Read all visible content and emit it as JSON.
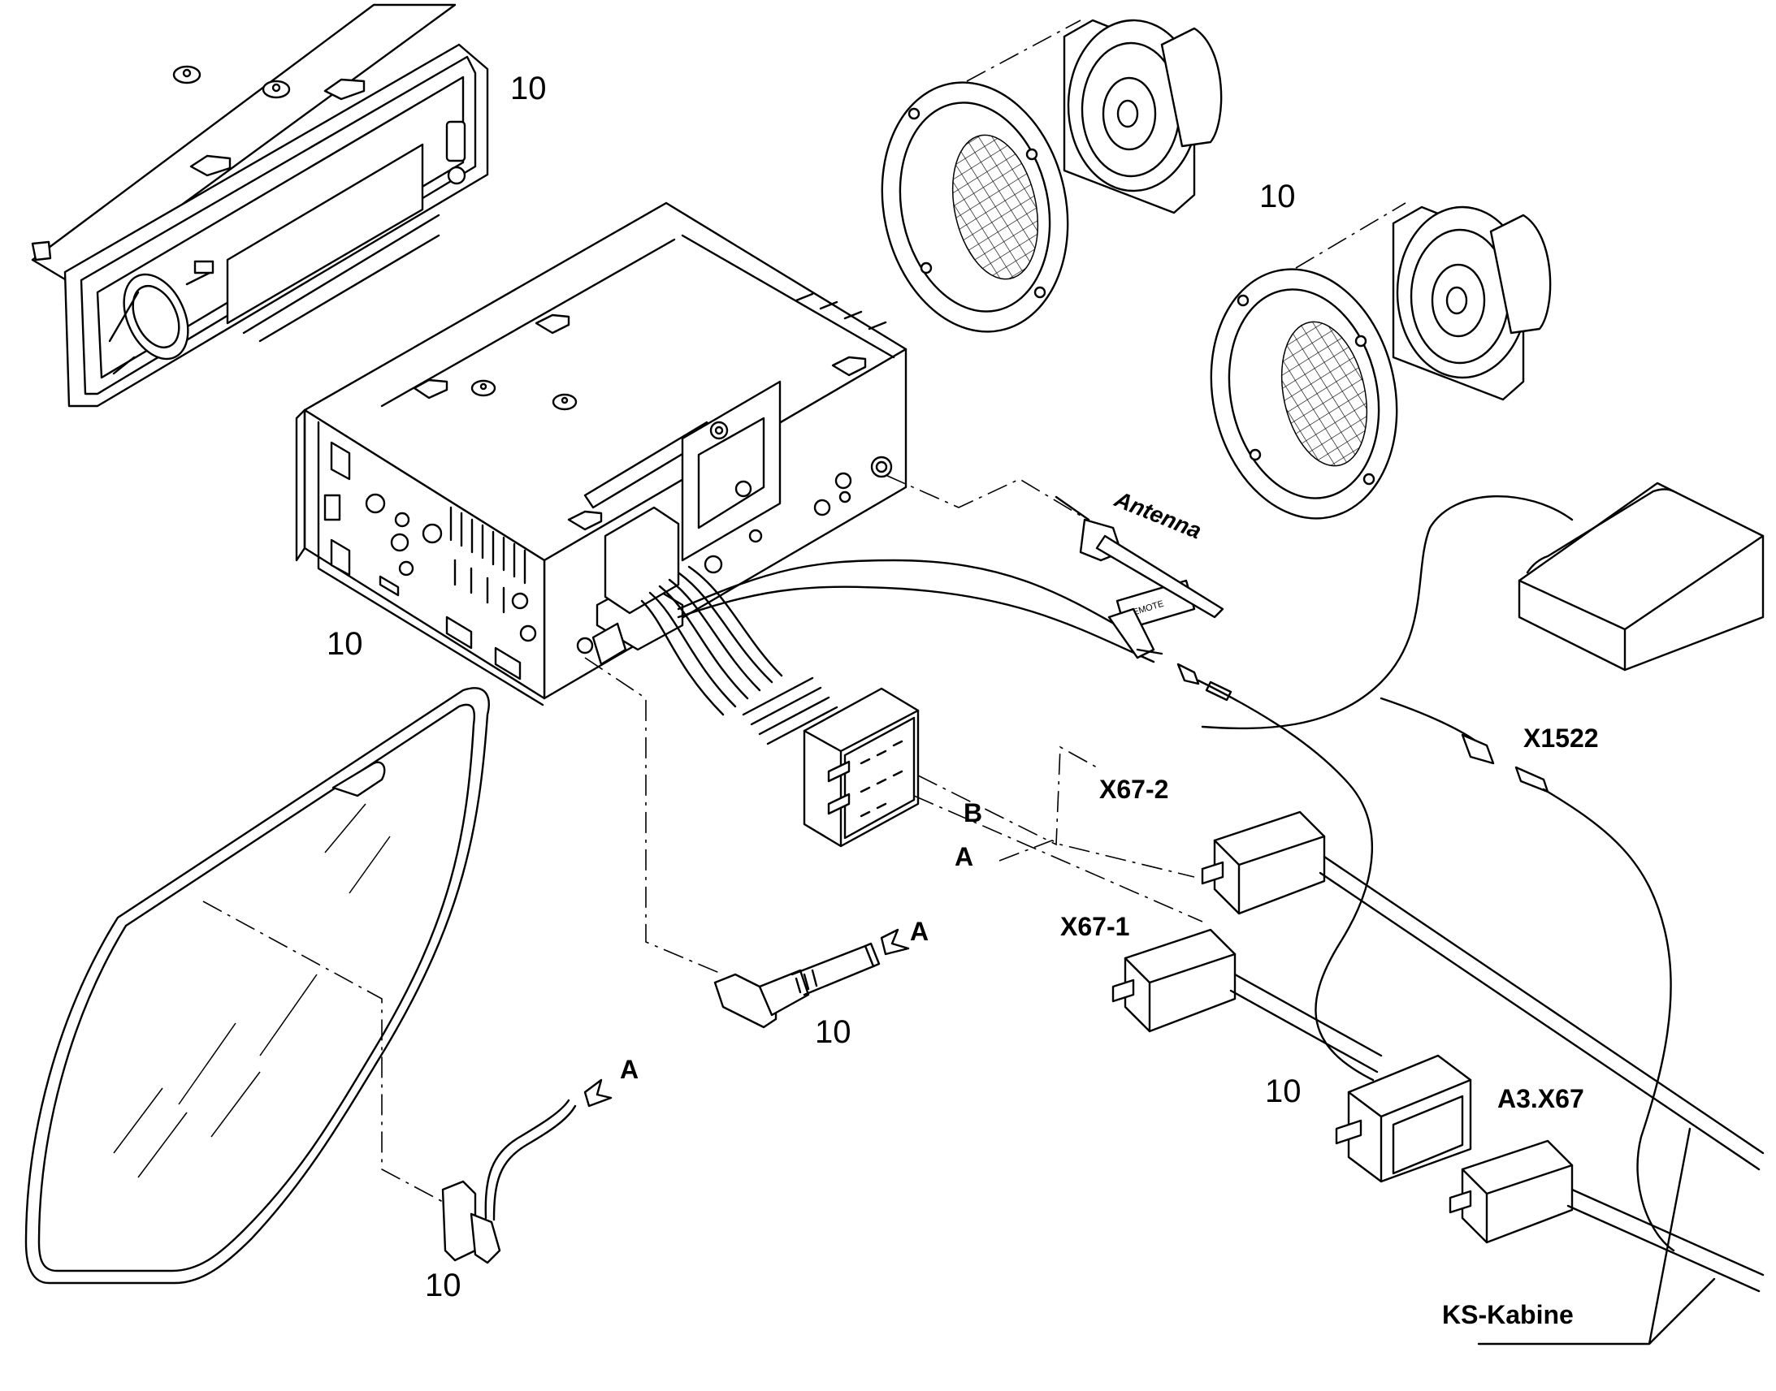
{
  "labels": {
    "part_no": "10",
    "antenna": "Antenna",
    "remote": "REMOTE",
    "plug_a": "A",
    "plug_b": "B",
    "x67_1": "X67-1",
    "x67_2": "X67-2",
    "x1522": "X1522",
    "a3_x67": "A3.X67",
    "ks_kabine": "KS-Kabine"
  },
  "icons": [
    "radio-front-panel",
    "radio-chassis",
    "speaker-grille",
    "speaker",
    "gps-antenna",
    "windshield",
    "microphone-clip",
    "jack-plug",
    "wiring-harness-connector",
    "cable-connector"
  ]
}
